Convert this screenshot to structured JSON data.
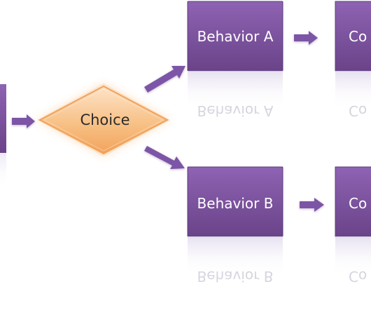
{
  "diagram": {
    "choice_label": "Choice",
    "behavior_a_label": "Behavior A",
    "behavior_b_label": "Behavior B",
    "consequence_a_label": "Co",
    "consequence_b_label": "Co",
    "colors": {
      "purple": "#7a4f9c",
      "purple_dark": "#5d3978",
      "orange": "#f6b36f",
      "orange_light": "#fde1c2",
      "arrow": "#7c55a6"
    }
  }
}
